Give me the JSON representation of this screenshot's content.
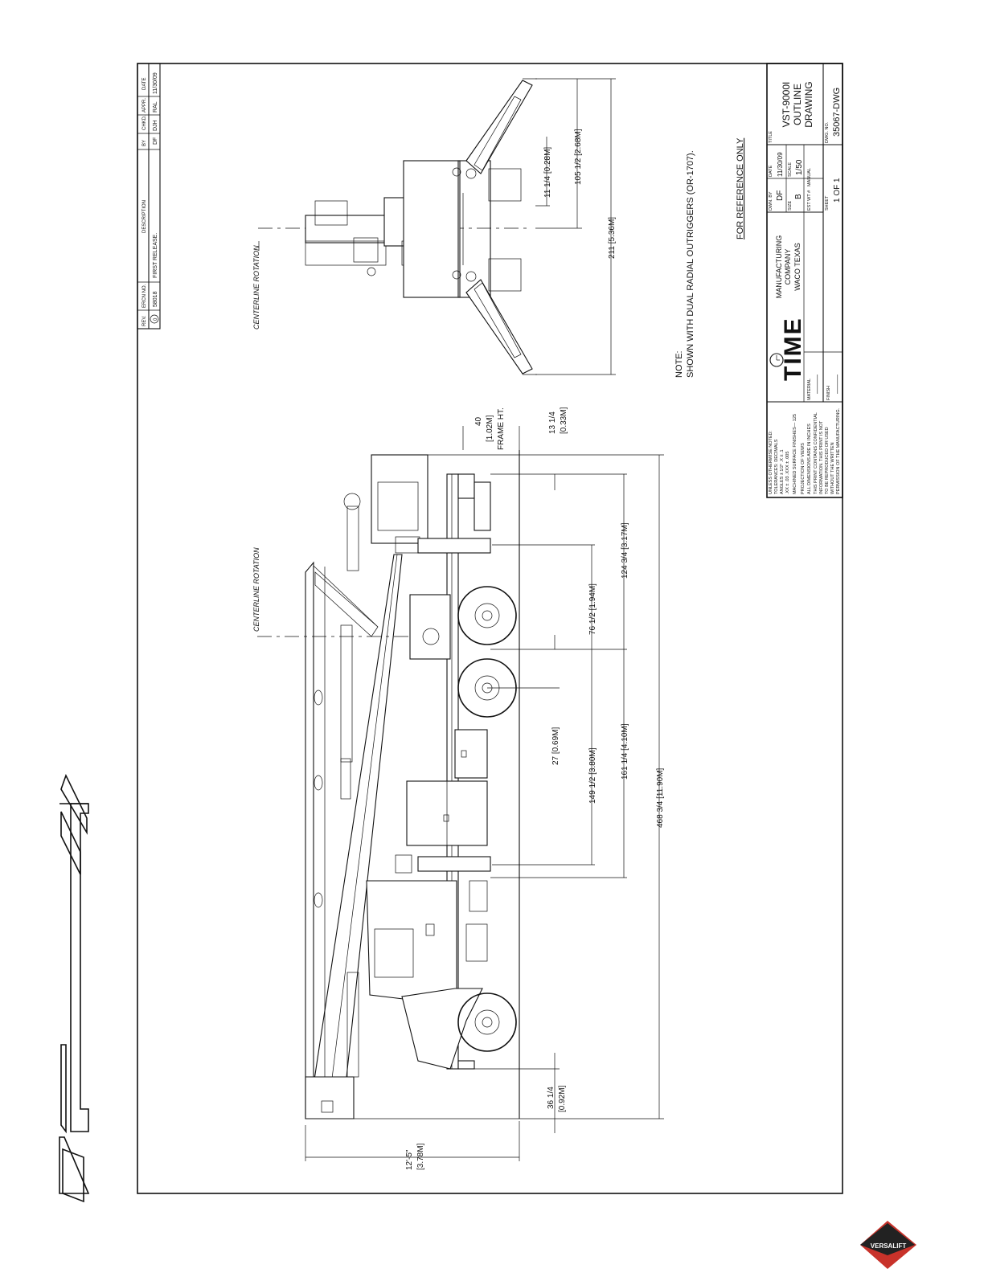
{
  "revision_block": {
    "headers": [
      "REV.",
      "ERCN NO.",
      "DESCRIPTION",
      "BY",
      "CHKD.",
      "APPR.",
      "DATE"
    ],
    "row": [
      "0",
      "58018",
      "FIRST RELEASE.",
      "DF",
      "DJH",
      "RAL",
      "11/30/09"
    ]
  },
  "labels": {
    "centerline_side": "CENTERLINE ROTATION",
    "centerline_rear": "CENTERLINE ROTATION",
    "note_title": "NOTE:",
    "note_text": "SHOWN WITH DUAL RADIAL OUTRIGGERS (OR-1707).",
    "reference": "FOR REFERENCE ONLY"
  },
  "dimensions": {
    "d_40": "40",
    "d_40_metric": "[1.02M]",
    "d_40_note": "FRAME HT.",
    "d_13": "13 1/4",
    "d_13_metric": "[0.33M]",
    "d_11": "11 1/4 [0.28M]",
    "d_105": "105 1/2 [2.68M]",
    "d_211": "211 [5.36M]",
    "d_76": "76 1/2 [1.94M]",
    "d_124": "124 3/4 [3.17M]",
    "d_27": "27 [0.69M]",
    "d_149": "149 1/2 [3.80M]",
    "d_161": "161 1/4 [4.10M]",
    "d_468": "468 3/4 [11.90M]",
    "d_36": "36 1/4",
    "d_36_metric": "[0.92M]",
    "d_12": "12'-5\"",
    "d_12_metric": "[3.78M]"
  },
  "title_block": {
    "tolerance": [
      "UNLESS OTHERWISE NOTED:",
      "TOLERANCES:  DECIMALS",
      "ANGLES ± 1/2°   .X ± .1",
      ".XX ± .03  .XXX ± .005",
      "MACHINED SURFACE FINISHES— 125",
      "PROJECTION OF VIEWS",
      "ALL DIMENSIONS ARE IN INCHES",
      "THIS PRINT CONTAINS CONFIDENTIAL",
      "INFORMATION. THIS PRINT IS NOT",
      "TO BE REPRODUCED OR USED",
      "WITHOUT THE WRITTEN",
      "PERMISSION OF THE MANUFACTURING."
    ],
    "logo": "TIME",
    "company": [
      "MANUFACTURING",
      "COMPANY",
      "WACO TEXAS"
    ],
    "material_label": "MATERIAL",
    "material_value": "———",
    "finish_label": "FINISH",
    "finish_value": "———",
    "drn_by_label": "DWN. BY",
    "drn_by": "DF",
    "date_label": "DATE",
    "date": "11/30/09",
    "size_label": "SIZE",
    "size": "B",
    "scale_label": "SCALE",
    "scale": "1/50",
    "est_wt_label": "EST WT #",
    "est_wt": "MANUAL",
    "sheet_label": "SHEET",
    "sheet": "1 OF 1",
    "title_label": "TITLE",
    "title": [
      "VST-9000I",
      "OUTLINE",
      "DRAWING"
    ],
    "dwg_no_label": "DWG. NO.",
    "dwg_no": "35067-DWG"
  },
  "corner_logo": "VERSALIFT"
}
